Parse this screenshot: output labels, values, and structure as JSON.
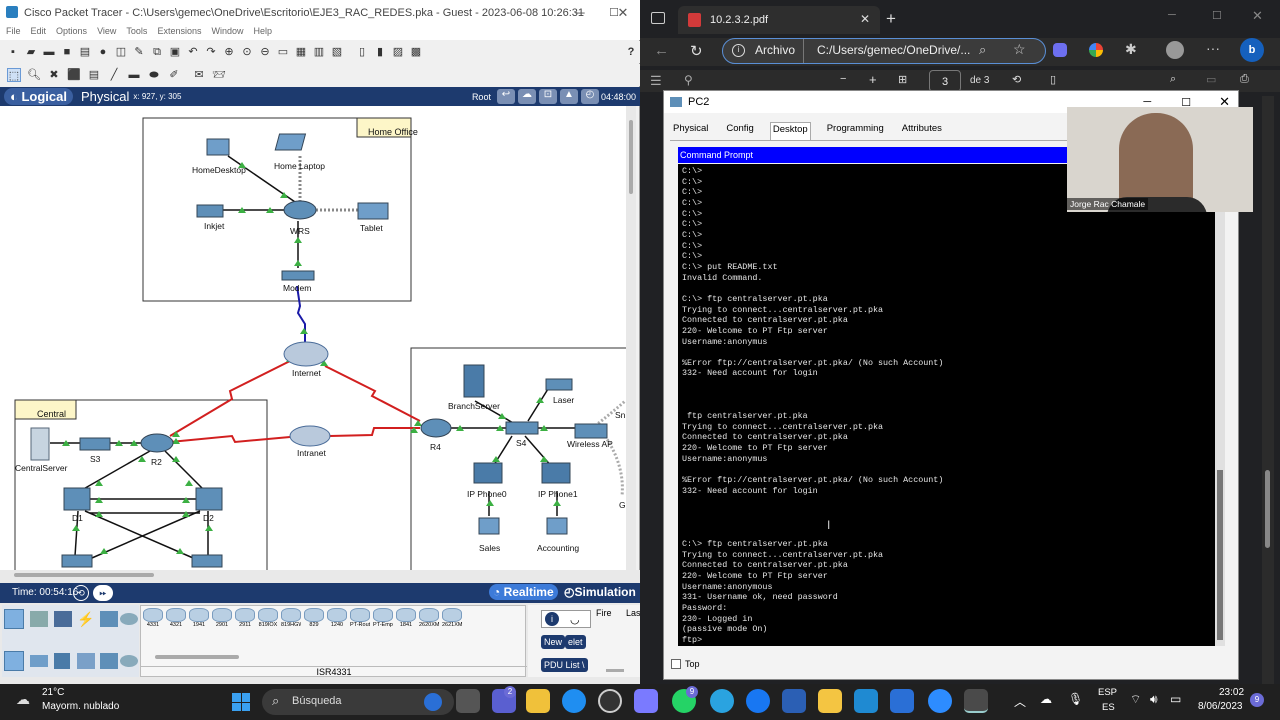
{
  "packet_tracer": {
    "title": "Cisco Packet Tracer - C:\\Users\\gemec\\OneDrive\\Escritorio\\EJE3_RAC_REDES.pka - Guest - 2023-06-08 10:26:31",
    "menu": [
      "File",
      "Edit",
      "Options",
      "View",
      "Tools",
      "Extensions",
      "Window",
      "Help"
    ],
    "tab_logical": "Logical",
    "tab_physical": "Physical",
    "coords": "x: 927, y: 305",
    "root_label": "Root",
    "clock": "04:48:00",
    "time_label": "Time: 00:54:16",
    "realtime": "Realtime",
    "simulation": "Simulation",
    "areas": {
      "home_office": "Home Office",
      "central": "Central"
    },
    "devices": {
      "home_desktop": "HomeDesktop",
      "home_laptop": "Home Laptop",
      "inkjet": "Inkjet",
      "wrs": "WRS",
      "tablet": "Tablet",
      "modem": "Modem",
      "internet": "Internet",
      "central_server": "CentralServer",
      "s3": "S3",
      "r2": "R2",
      "intranet": "Intranet",
      "d1": "D1",
      "d2": "D2",
      "r4": "R4",
      "branch_server": "BranchServer",
      "laser": "Laser",
      "s4": "S4",
      "wireless_ap": "Wireless AP",
      "ip_phone0": "IP Phone0",
      "ip_phone1": "IP Phone1",
      "sales": "Sales",
      "accounting": "Accounting",
      "sn": "Sn",
      "g": "G"
    },
    "device_models": [
      "4331",
      "4321",
      "1941",
      "2901",
      "2911",
      "819IOX",
      "819HGW",
      "829",
      "1240",
      "PT-Router",
      "PT-Empty",
      "1841",
      "2620XM",
      "2621XM"
    ],
    "selected_model": "ISR4331",
    "fire_label": "Fire",
    "last_label": "Las",
    "new_btn": "New",
    "delete_btn": "elet",
    "pdu_btn": "PDU List \\"
  },
  "edge": {
    "tab_title": "10.2.3.2.pdf",
    "address_prefix": "Archivo",
    "address": "C:/Users/gemec/OneDrive/...",
    "page_current": "3",
    "page_total": "de 3"
  },
  "pc2": {
    "title": "PC2",
    "tabs": [
      "Physical",
      "Config",
      "Desktop",
      "Programming",
      "Attributes"
    ],
    "active_tab": "Desktop",
    "cmd_title": "Command Prompt",
    "top_checkbox": "Top",
    "terminal": "C:\\>\nC:\\>\nC:\\>\nC:\\>\nC:\\>\nC:\\>\nC:\\>\nC:\\>\nC:\\>\nC:\\> put README.txt\nInvalid Command.\n\nC:\\> ftp centralserver.pt.pka\nTrying to connect...centralserver.pt.pka\nConnected to centralserver.pt.pka\n220- Welcome to PT Ftp server\nUsername:anonymus\n\n%Error ftp://centralserver.pt.pka/ (No such Account)\n332- Need account for login\n\n\n\n ftp centralserver.pt.pka\nTrying to connect...centralserver.pt.pka\nConnected to centralserver.pt.pka\n220- Welcome to PT Ftp server\nUsername:anonymus\n\n%Error ftp://centralserver.pt.pka/ (No such Account)\n332- Need account for login\n\n\n\n\nC:\\> ftp centralserver.pt.pka\nTrying to connect...centralserver.pt.pka\nConnected to centralserver.pt.pka\n220- Welcome to PT Ftp server\nUsername:anonymous\n331- Username ok, need password\nPassword:\n230- Logged in\n(passive mode On)\nftp>"
  },
  "webcam": {
    "name": "Jorge Rac Chamale"
  },
  "taskbar": {
    "temp": "21°C",
    "weather": "Mayorm. nublado",
    "search": "Búsqueda",
    "lang1": "ESP",
    "lang2": "ES",
    "time": "23:02",
    "date": "8/06/2023",
    "notif": "9",
    "badge_teams": "2",
    "badge_whatsapp": "9"
  }
}
